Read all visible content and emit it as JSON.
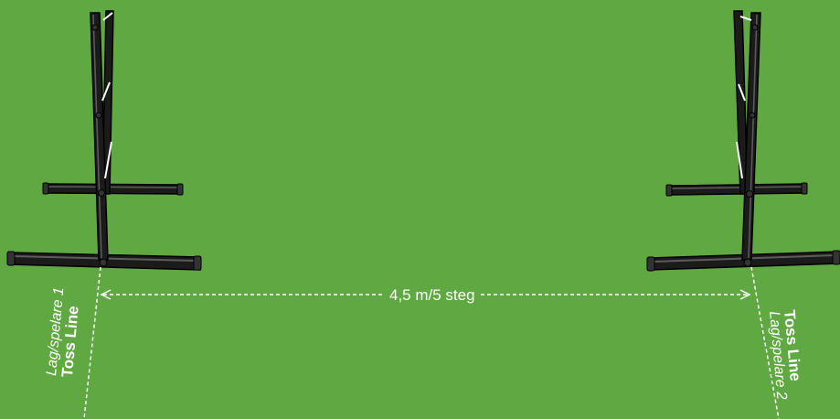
{
  "distance_label": "4,5 m/5 steg",
  "left_station": {
    "subtitle": "Lag/spelare 1",
    "title": "Toss Line"
  },
  "right_station": {
    "subtitle": "Lag/spelare 2",
    "title": "Toss Line"
  },
  "colors": {
    "grass": "#5fa842",
    "frame": "#1b1b1b",
    "marker": "#ffffff"
  }
}
